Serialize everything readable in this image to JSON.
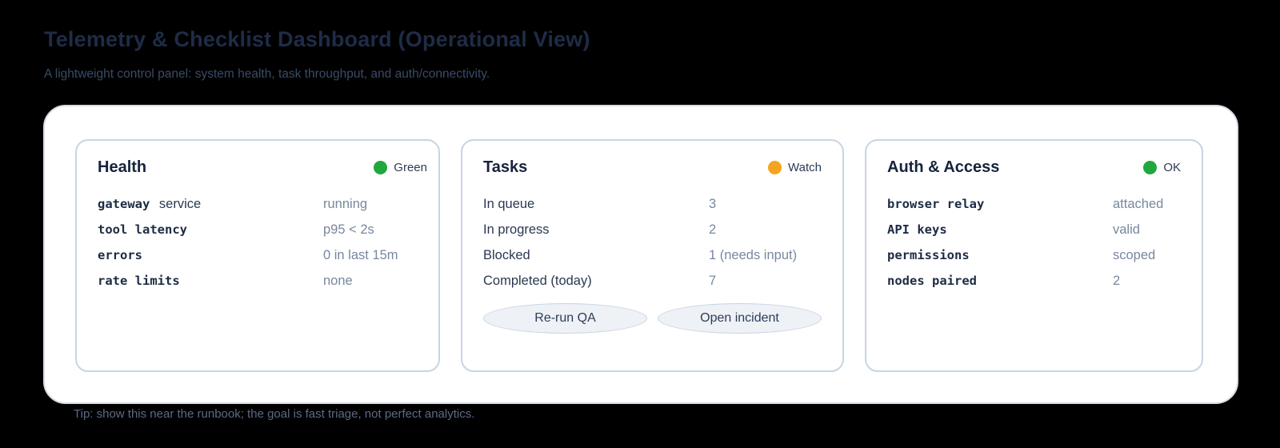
{
  "page": {
    "title": "Telemetry & Checklist Dashboard (Operational View)",
    "subtitle": "A lightweight control panel: system health, task throughput, and auth/connectivity.",
    "tip": "Tip: show this near the runbook; the goal is fast triage, not perfect analytics."
  },
  "colors": {
    "page_bg": "#000000",
    "panel_bg": "#ffffff",
    "panel_border": "#d6dce5",
    "card_border": "#c8d4e2",
    "status_green": "#20a73e",
    "status_amber": "#f5a41c",
    "value_text": "#78879f",
    "label_text": "#1e2b44",
    "button_bg": "#eef1f6",
    "button_border": "#c6d3e3"
  },
  "cards": [
    {
      "title": "Health",
      "status": {
        "label": "Green",
        "color": "green"
      },
      "rows": [
        {
          "m": "gateway",
          "s": " service",
          "value": "running"
        },
        {
          "m": "tool latency",
          "s": "",
          "value": "p95 < 2s"
        },
        {
          "m": "errors",
          "s": "",
          "value": "0 in last 15m"
        },
        {
          "m": "rate limits",
          "s": "",
          "value": "none"
        }
      ]
    },
    {
      "title": "Tasks",
      "status": {
        "label": "Watch",
        "color": "amber"
      },
      "rows": [
        {
          "m": "",
          "s": "In queue",
          "value": "3"
        },
        {
          "m": "",
          "s": "In progress",
          "value": "2"
        },
        {
          "m": "",
          "s": "Blocked",
          "value": "1 (needs input)"
        },
        {
          "m": "",
          "s": "Completed (today)",
          "value": "7"
        }
      ],
      "buttons": [
        "Re-run QA",
        "Open incident"
      ]
    },
    {
      "title": "Auth & Access",
      "status": {
        "label": "OK",
        "color": "green"
      },
      "rows": [
        {
          "m": "browser relay",
          "s": "",
          "value": "attached"
        },
        {
          "m": "API keys",
          "s": "",
          "value": "valid"
        },
        {
          "m": "permissions",
          "s": "",
          "value": "scoped"
        },
        {
          "m": "nodes paired",
          "s": "",
          "value": "2"
        }
      ]
    }
  ]
}
